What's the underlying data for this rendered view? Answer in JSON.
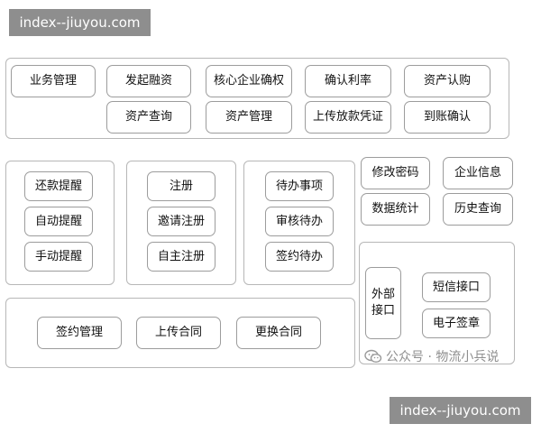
{
  "banner_top": "index--jiuyou.com",
  "banner_bottom": "index--jiuyou.com",
  "top_group": {
    "row1": [
      "业务管理",
      "发起融资",
      "核心企业确权",
      "确认利率",
      "资产认购"
    ],
    "row2": [
      "资产查询",
      "资产管理",
      "上传放款凭证",
      "到账确认"
    ]
  },
  "reminder_group": [
    "还款提醒",
    "自动提醒",
    "手动提醒"
  ],
  "register_group": [
    "注册",
    "邀请注册",
    "自主注册"
  ],
  "todo_group": [
    "待办事项",
    "审核待办",
    "签约待办"
  ],
  "right_grid": [
    "修改密码",
    "企业信息",
    "数据统计",
    "历史查询"
  ],
  "external": {
    "label": "外部接口",
    "items": [
      "短信接口",
      "电子签章"
    ]
  },
  "contract_group": [
    "签约管理",
    "上传合同",
    "更换合同"
  ],
  "watermark": "公众号 · 物流小兵说"
}
